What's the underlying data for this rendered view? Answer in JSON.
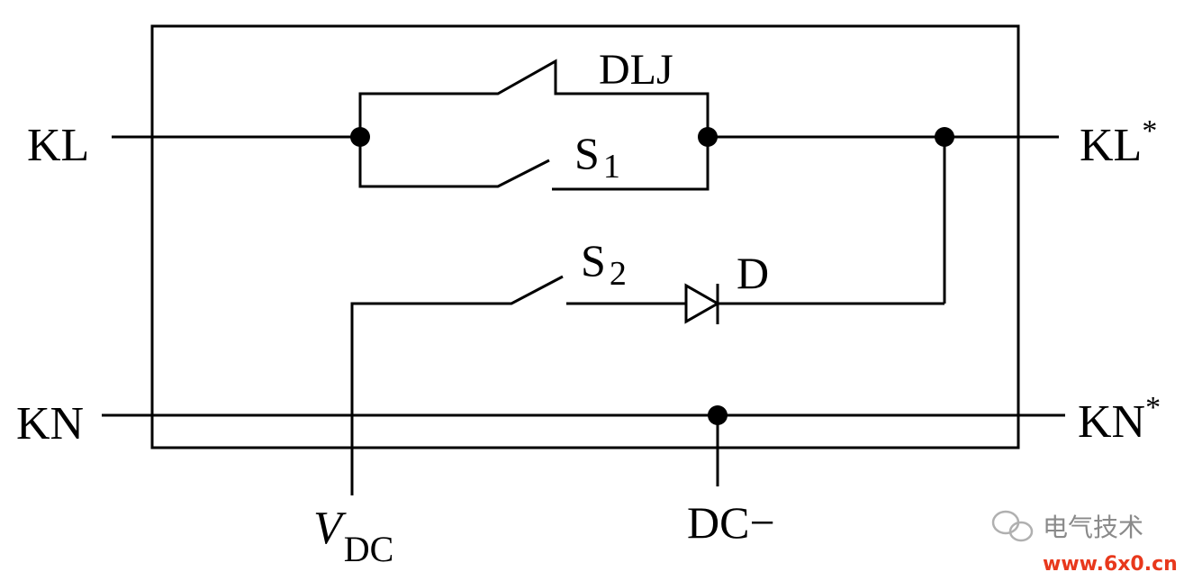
{
  "terminals": {
    "kl": "KL",
    "kn": "KN",
    "kl_out": "KL",
    "kn_out": "KN",
    "star": "*",
    "vdc_v": "V",
    "vdc_sub": "DC",
    "dc_minus": "DC−"
  },
  "components": {
    "dlj": "DLJ",
    "s1": "S",
    "s1_sub": "1",
    "s2": "S",
    "s2_sub": "2",
    "diode": "D"
  },
  "watermark": {
    "brand": "电气技术",
    "url_prefix": "www.",
    "url_main": "6x0",
    "url_suffix": ".cn",
    "colors": {
      "url": "#e8381c",
      "brand": "#8a8a8a"
    }
  }
}
